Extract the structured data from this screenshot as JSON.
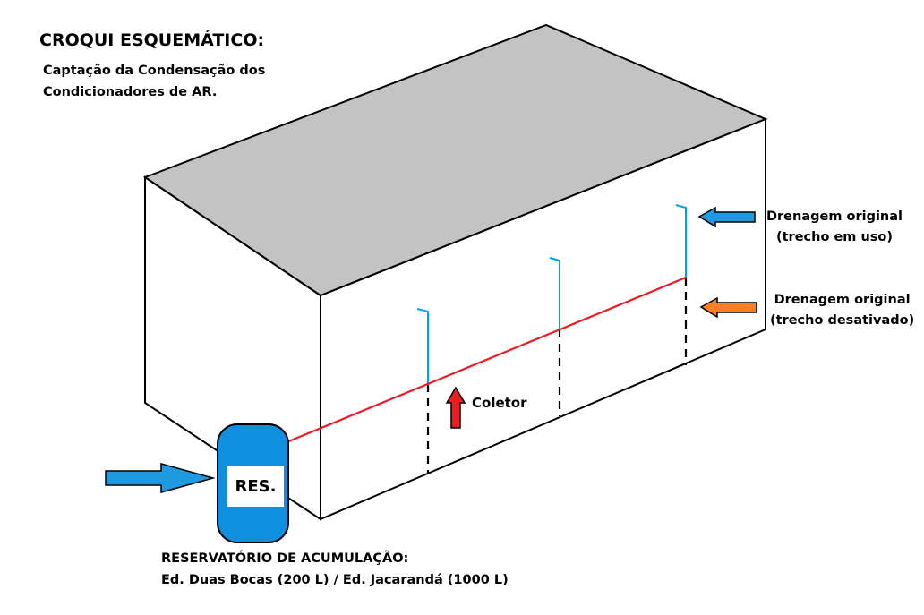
{
  "title": "CROQUI ESQUEMÁTICO:",
  "subtitle_line1": "Captação da Condensação dos",
  "subtitle_line2": "Condicionadores de AR.",
  "drain_in_use_line1": "Drenagem original",
  "drain_in_use_line2": "(trecho em uso)",
  "drain_disabled_line1": "Drenagem original",
  "drain_disabled_line2": "(trecho desativado)",
  "collector_label": "Coletor",
  "reservoir_tag": "RES.",
  "reservoir_caption_line1": "RESERVATÓRIO DE ACUMULAÇÃO:",
  "reservoir_caption_line2": "Ed. Duas Bocas (200 L) / Ed. Jacarandá (1000 L)",
  "colors": {
    "roof": "#c3c3c3",
    "drain_in_use": "#00a2e8",
    "collector": "#ed1c24",
    "reservoir": "#0f8fe0",
    "blue_arrow": "#1e9be0",
    "orange_arrow": "#ff7f27",
    "red_arrow": "#ed1c24"
  }
}
